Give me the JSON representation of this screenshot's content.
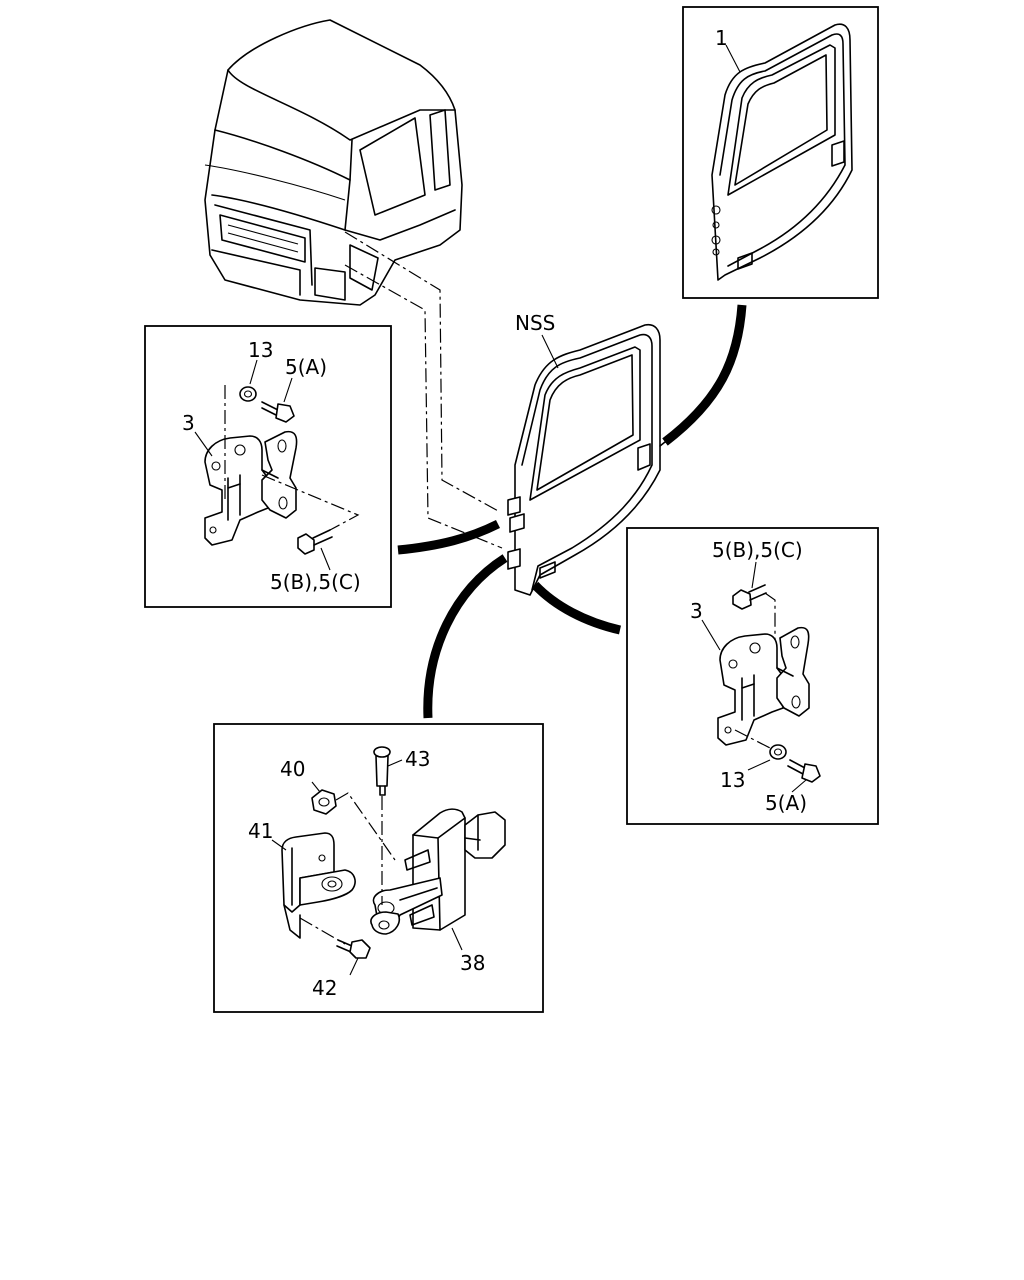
{
  "diagram": {
    "callouts": {
      "door_label": "NSS",
      "door_panel_item": "1",
      "left_hinge_item": "3",
      "left_nut": "13",
      "left_bolt_top": "5(A)",
      "left_bolt_bottom": "5(B),5(C)",
      "right_bolt_top": "5(B),5(C)",
      "right_hinge_item": "3",
      "right_nut": "13",
      "right_bolt_bottom": "5(A)",
      "checker_nut": "40",
      "checker_pin": "43",
      "checker_bracket": "41",
      "checker_bolt": "42",
      "checker_unit": "38"
    }
  }
}
